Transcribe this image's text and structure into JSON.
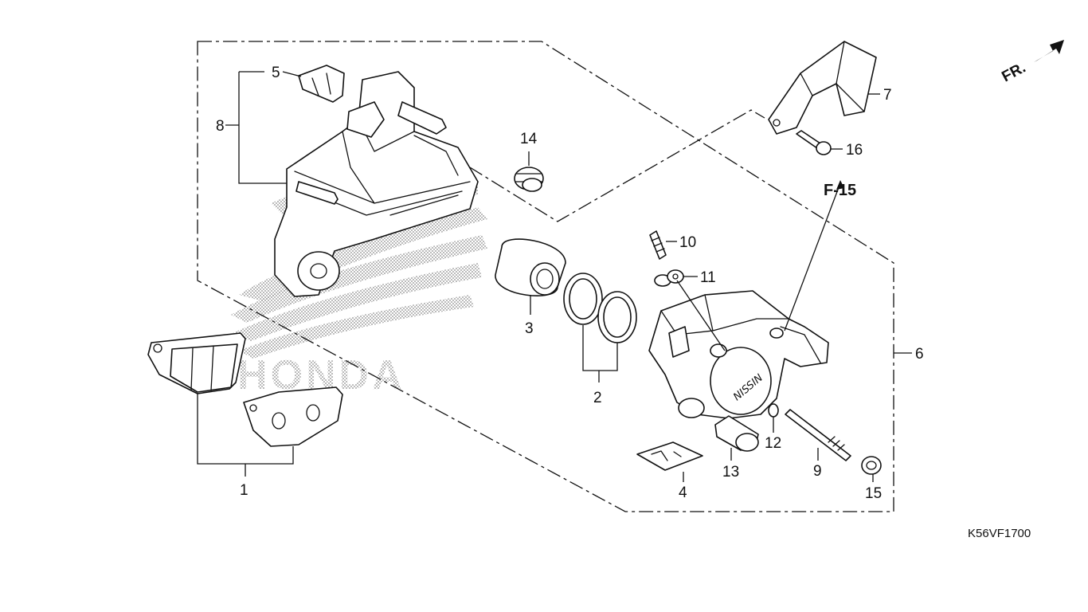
{
  "figure": {
    "code": "K56VF1700",
    "direction_label": "FR.",
    "reference_label": "F-15",
    "watermark": "HONDA",
    "caliper_marking": "NISSIN"
  },
  "callouts": [
    {
      "id": "1"
    },
    {
      "id": "2"
    },
    {
      "id": "3"
    },
    {
      "id": "4"
    },
    {
      "id": "5"
    },
    {
      "id": "6"
    },
    {
      "id": "7"
    },
    {
      "id": "8"
    },
    {
      "id": "9"
    },
    {
      "id": "10"
    },
    {
      "id": "11"
    },
    {
      "id": "12"
    },
    {
      "id": "13"
    },
    {
      "id": "14"
    },
    {
      "id": "15"
    },
    {
      "id": "16"
    }
  ],
  "colors": {
    "line": "#111111",
    "background": "#ffffff",
    "shading": "#9a9a9a"
  }
}
